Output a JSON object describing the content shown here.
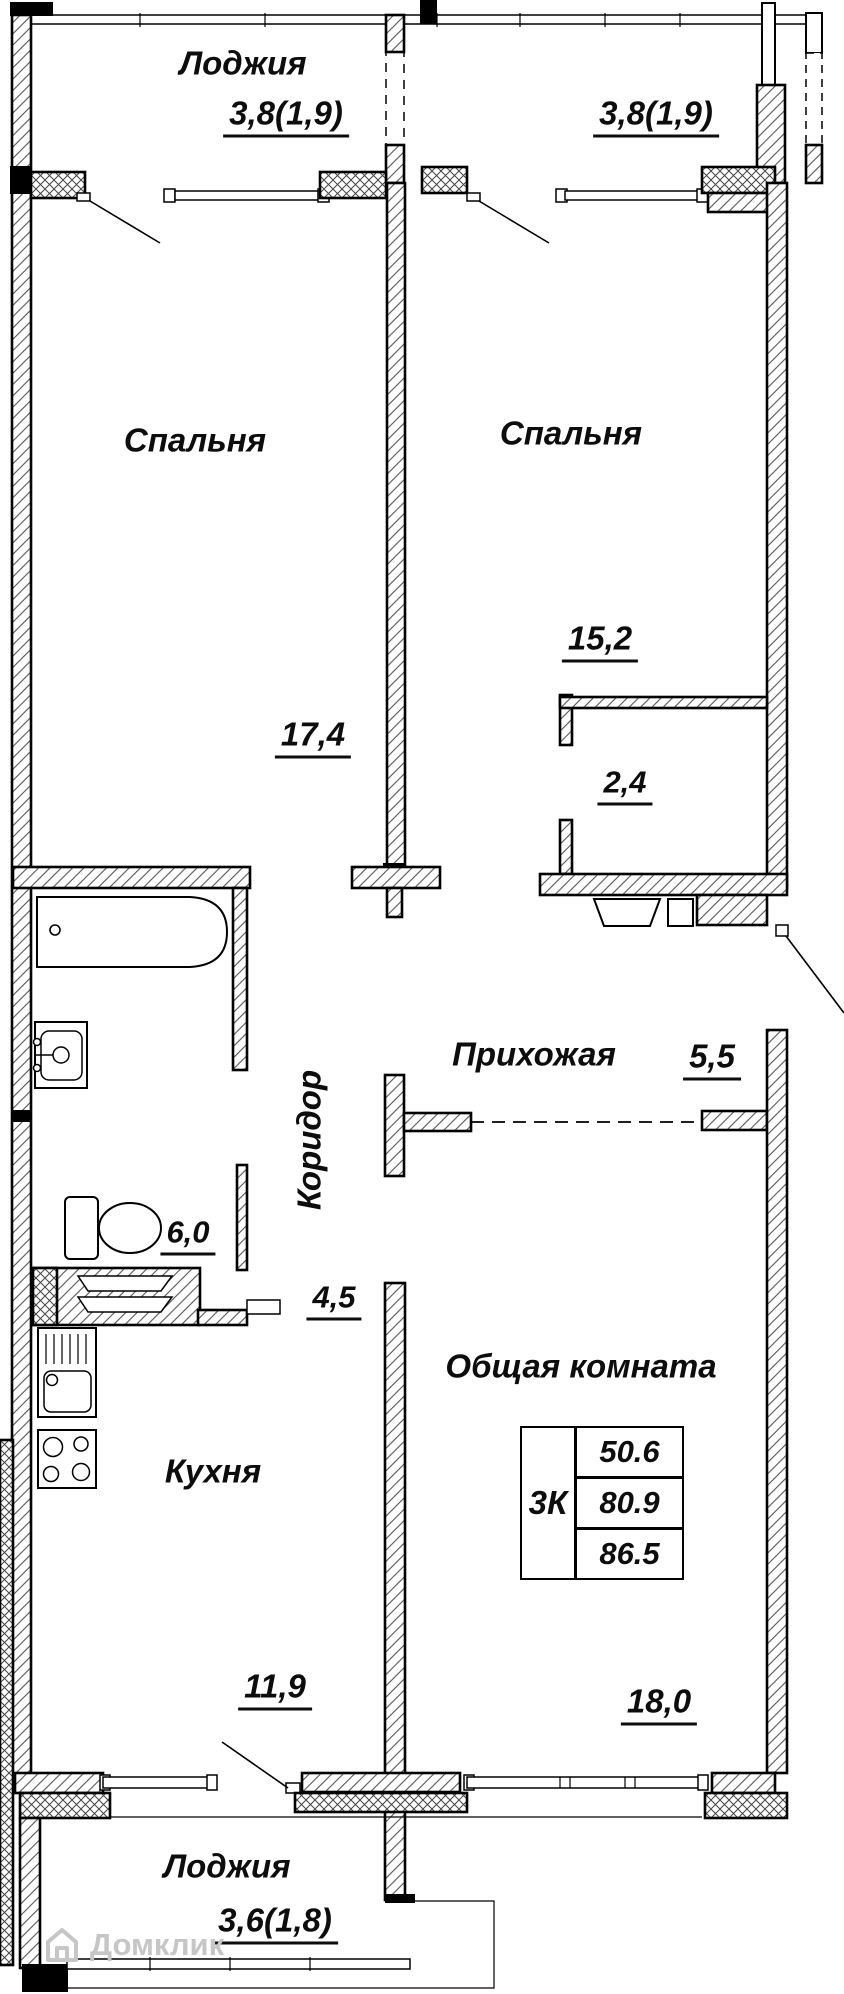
{
  "labels": {
    "loggia_top": "Лоджия",
    "loggia_top_left_area": "3,8(1,9)",
    "loggia_top_right_area": "3,8(1,9)",
    "bedroom_left": "Спальня",
    "bedroom_left_area": "17,4",
    "bedroom_right": "Спальня",
    "bedroom_right_area": "15,2",
    "wc_small_area": "2,4",
    "hallway": "Прихожая",
    "hallway_area": "5,5",
    "corridor": "Коридор",
    "corridor_area": "4,5",
    "bathroom_area": "6,0",
    "living_room": "Общая комната",
    "living_room_area": "18,0",
    "kitchen": "Кухня",
    "kitchen_area": "11,9",
    "loggia_bottom": "Лоджия",
    "loggia_bottom_area": "3,6(1,8)"
  },
  "info_table": {
    "rooms": "3К",
    "living_area": "50.6",
    "apartment_area": "80.9",
    "total_area": "86.5"
  },
  "watermark": {
    "text": "Домклик"
  },
  "colors": {
    "wall": "#000000",
    "watermark": "#c6c6c6"
  }
}
